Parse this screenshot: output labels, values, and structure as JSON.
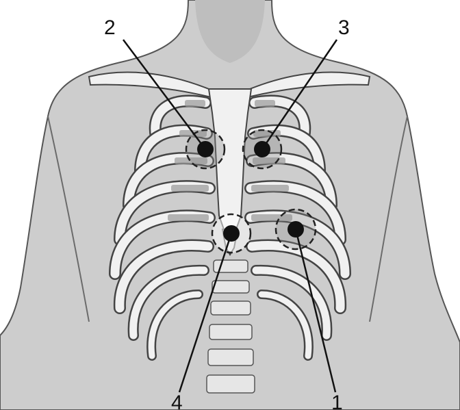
{
  "figure": {
    "callouts": [
      {
        "id": "1",
        "label": "1"
      },
      {
        "id": "2",
        "label": "2"
      },
      {
        "id": "3",
        "label": "3"
      },
      {
        "id": "4",
        "label": "4"
      }
    ]
  },
  "colors": {
    "background": "#ffffff",
    "skin": "#c8c8c8",
    "bone": "#f1f1f1",
    "bone_shadow": "#9a9a9a",
    "outline": "#2a2a2a",
    "electrode": "#111111"
  }
}
